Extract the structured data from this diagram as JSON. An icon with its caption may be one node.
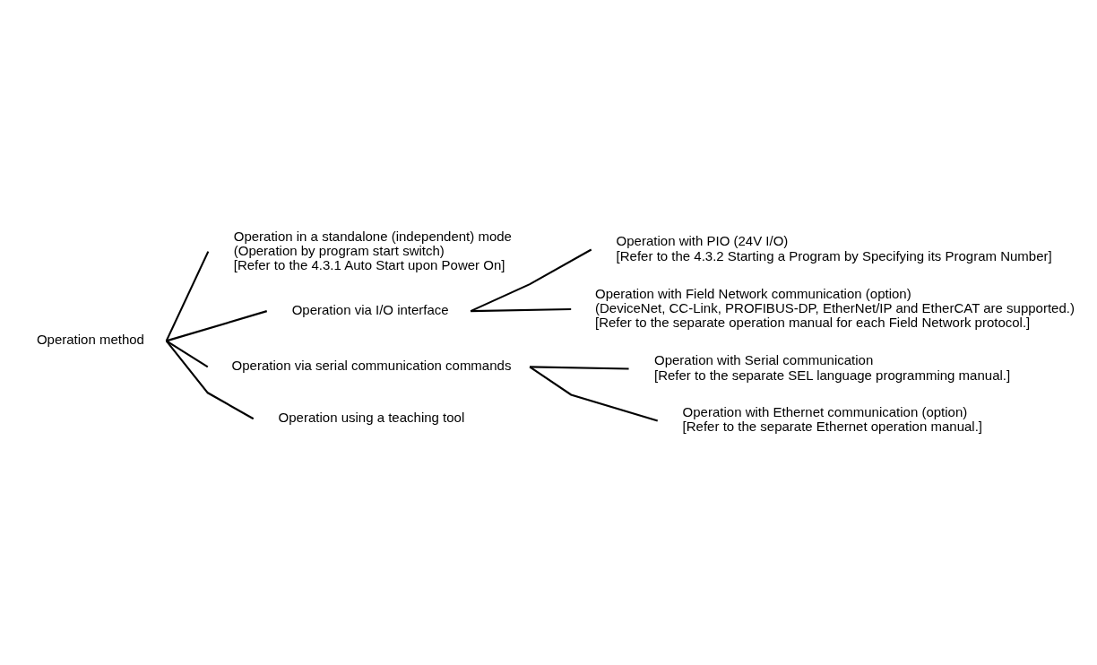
{
  "diagram": {
    "nodes": [
      {
        "text": [
          "Operation method"
        ]
      },
      {
        "text": [
          "Operation in a standalone (independent) mode",
          "(Operation by program start switch)",
          "[Refer to the 4.3.1 Auto Start upon Power On]"
        ]
      },
      {
        "text": [
          "Operation via I/O interface"
        ]
      },
      {
        "text": [
          "Operation via serial communication commands"
        ]
      },
      {
        "text": [
          "Operation using a teaching tool"
        ]
      },
      {
        "text": [
          "Operation with PIO (24V I/O)",
          "[Refer to the 4.3.2 Starting a Program by Specifying its Program Number]"
        ]
      },
      {
        "text": [
          "Operation with Field Network communication (option)",
          "(DeviceNet, CC-Link, PROFIBUS-DP, EtherNet/IP and EtherCAT are supported.)",
          "[Refer to the separate operation manual for each Field Network protocol.]"
        ]
      },
      {
        "text": [
          "Operation with Serial communication",
          "[Refer to the separate SEL language programming manual.]"
        ]
      },
      {
        "text": [
          "Operation with Ethernet communication (option)",
          "[Refer to the separate Ethernet operation manual.]"
        ]
      }
    ],
    "edges": [
      {
        "from": 0,
        "to": 1,
        "arrow": "none"
      },
      {
        "from": 0,
        "to": 2,
        "arrow": "none"
      },
      {
        "from": 0,
        "to": 3,
        "arrow": "none"
      },
      {
        "from": 0,
        "to": 4,
        "arrow": "none"
      },
      {
        "from": 2,
        "to": 5,
        "arrow": "none"
      },
      {
        "from": 2,
        "to": 6,
        "arrow": "none"
      },
      {
        "from": 3,
        "to": 7,
        "arrow": "none"
      },
      {
        "from": 3,
        "to": 8,
        "arrow": "none"
      }
    ]
  }
}
